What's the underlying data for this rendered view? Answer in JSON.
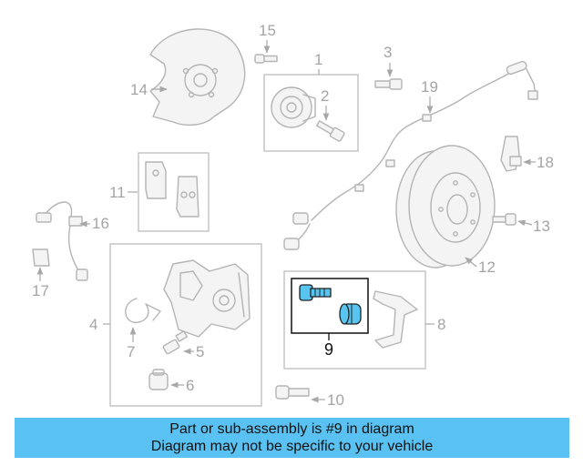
{
  "callouts": {
    "c1": "1",
    "c2": "2",
    "c3": "3",
    "c4": "4",
    "c5": "5",
    "c6": "6",
    "c7": "7",
    "c8": "8",
    "c9": "9",
    "c10": "10",
    "c11": "11",
    "c12": "12",
    "c13": "13",
    "c14": "14",
    "c15": "15",
    "c16": "16",
    "c17": "17",
    "c18": "18",
    "c19": "19"
  },
  "banner": {
    "line1": "Part or sub-assembly is #9 in diagram",
    "line2": "Diagram may not be specific to your vehicle"
  },
  "colors": {
    "highlight_part": "#58c4f0",
    "banner_background": "#5ac2f2"
  }
}
